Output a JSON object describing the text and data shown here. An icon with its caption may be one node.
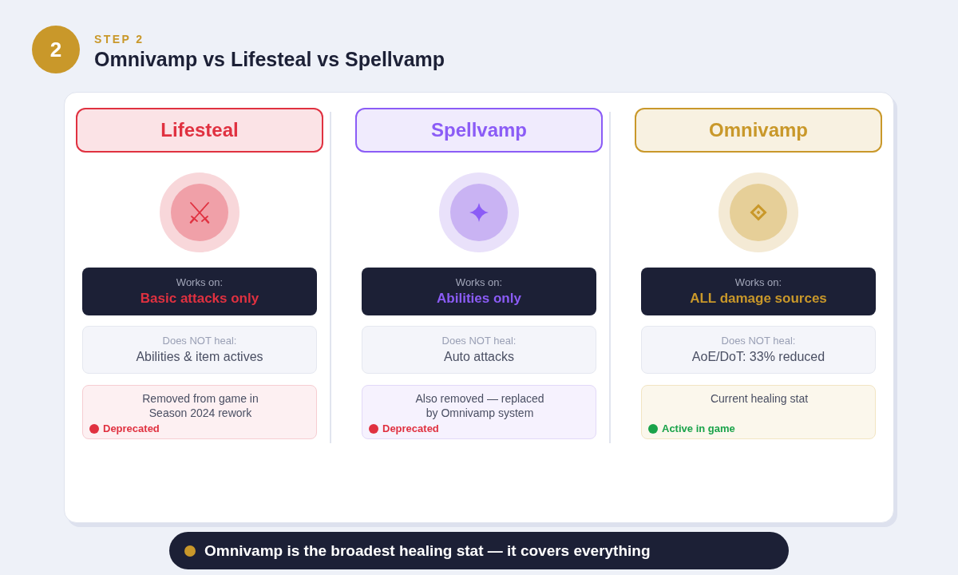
{
  "diagram": {
    "title": "Omnivamp vs Lifesteal vs Spellvamp",
    "nodes": [
      {
        "text": [
          "2"
        ]
      },
      {
        "text": [
          "Lifesteal"
        ]
      },
      {
        "text": [
          "Works on:",
          "Basic attacks only"
        ]
      },
      {
        "text": [
          "Does NOT heal:",
          "Abilities & item actives"
        ]
      },
      {
        "text": [
          "Removed from game in Season 2024 rework",
          "Deprecated"
        ]
      },
      {
        "text": [
          "Spellvamp"
        ]
      },
      {
        "text": [
          "Works on:",
          "Abilities only"
        ]
      },
      {
        "text": [
          "Does NOT heal:",
          "Auto attacks"
        ]
      },
      {
        "text": [
          "Also removed — replaced by Omnivamp system",
          "Deprecated"
        ]
      },
      {
        "text": [
          "Omnivamp"
        ]
      },
      {
        "text": [
          "Works on:",
          "ALL damage sources"
        ]
      },
      {
        "text": [
          "Does NOT heal:",
          "AoE/DoT: 33% reduced"
        ]
      },
      {
        "text": [
          "Current healing stat",
          "Active in game"
        ]
      },
      {
        "text": [
          "Omnivamp is the broadest healing stat — it covers everything"
        ]
      }
    ],
    "labels": [
      "STEP 2"
    ]
  }
}
